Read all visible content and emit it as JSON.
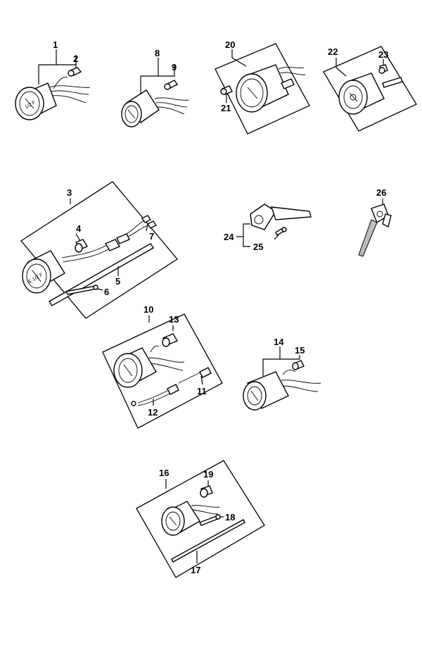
{
  "part_labels": {
    "p1": "1",
    "p2": "2",
    "p3": "3",
    "p4": "4",
    "p5": "5",
    "p6": "6",
    "p7": "7",
    "p8": "8",
    "p9": "9",
    "p10": "10",
    "p11": "11",
    "p12": "12",
    "p13": "13",
    "p14": "14",
    "p15": "15",
    "p16": "16",
    "p17": "17",
    "p18": "18",
    "p19": "19",
    "p20": "20",
    "p21": "21",
    "p22": "22",
    "p23": "23",
    "p24": "24",
    "p25": "25",
    "p26": "26"
  },
  "gauge_face_marks": {
    "g1": "1/2 F",
    "g3": "E 1/2 F"
  }
}
